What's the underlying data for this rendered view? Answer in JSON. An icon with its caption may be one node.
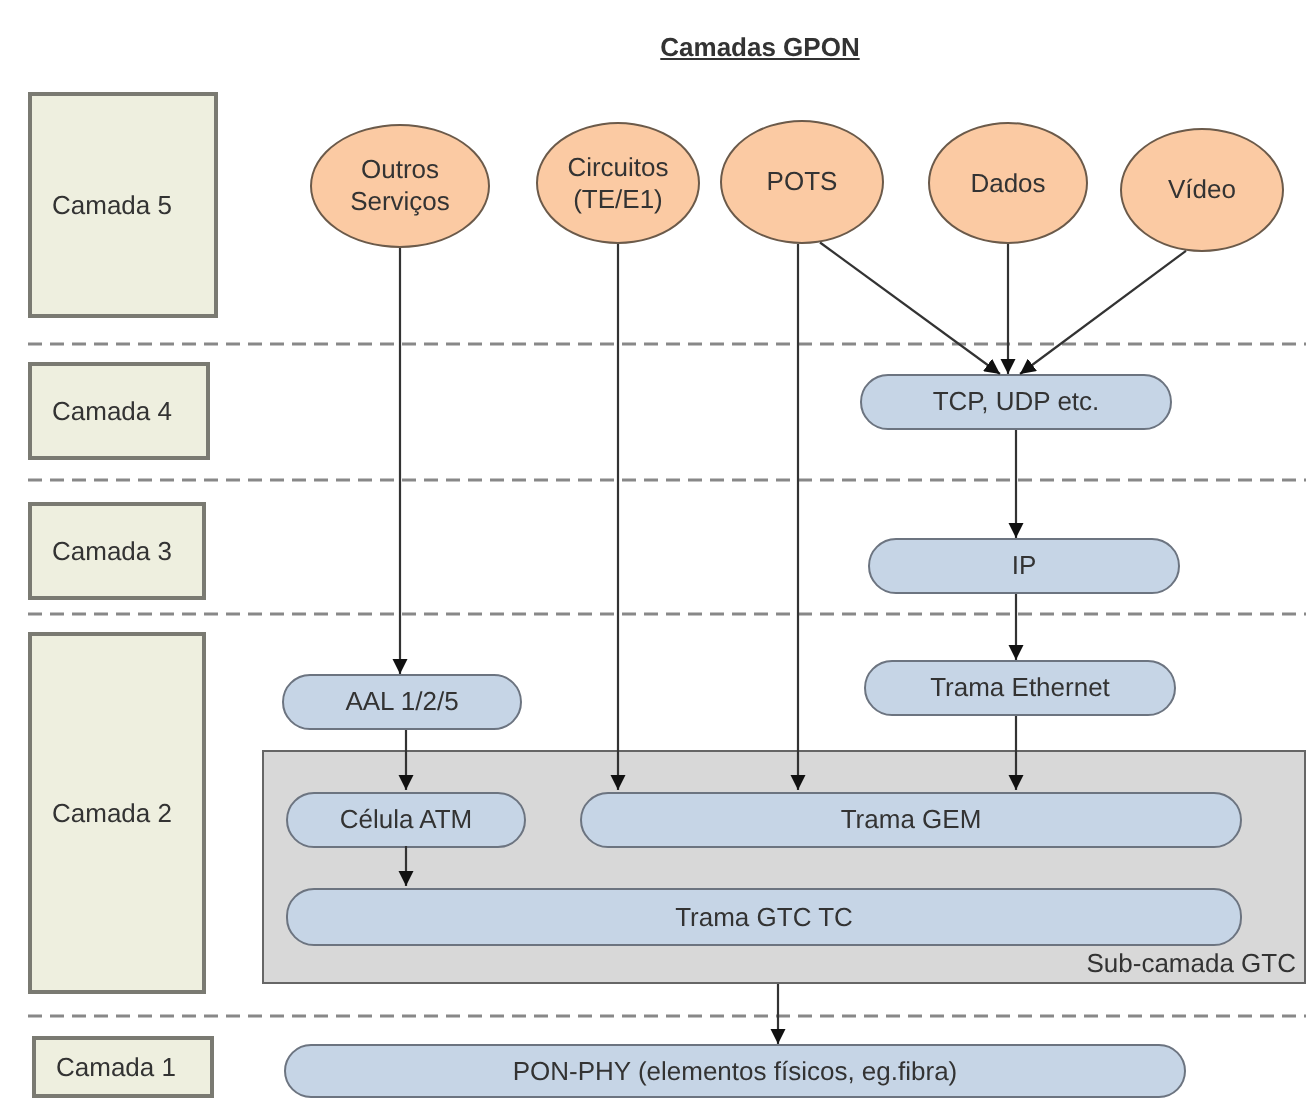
{
  "diagram": {
    "title": "Camadas GPON",
    "nodes": [
      {
        "text": [
          "Camada 5"
        ]
      },
      {
        "text": [
          "Outros Serviços"
        ]
      },
      {
        "text": [
          "Circuitos (TE/E1)"
        ]
      },
      {
        "text": [
          "POTS"
        ]
      },
      {
        "text": [
          "Dados"
        ]
      },
      {
        "text": [
          "Vídeo"
        ]
      },
      {
        "text": [
          "Camada 4"
        ]
      },
      {
        "text": [
          "TCP, UDP etc."
        ]
      },
      {
        "text": [
          "Camada 3"
        ]
      },
      {
        "text": [
          "IP"
        ]
      },
      {
        "text": [
          "Camada 2"
        ]
      },
      {
        "text": [
          "AAL 1/2/5"
        ]
      },
      {
        "text": [
          "Trama Ethernet"
        ]
      },
      {
        "text": [
          "Sub-camada GTC"
        ]
      },
      {
        "text": [
          "Célula ATM"
        ],
        "in": 13
      },
      {
        "text": [
          "Trama GEM"
        ],
        "in": 13
      },
      {
        "text": [
          "Trama GTC TC"
        ],
        "in": 13
      },
      {
        "text": [
          "Camada 1"
        ]
      },
      {
        "text": [
          "PON-PHY (elementos físicos, eg.fibra)"
        ]
      }
    ],
    "edges": [
      {
        "from": 1,
        "to": 11,
        "arrow": "to"
      },
      {
        "from": 2,
        "to": 15,
        "arrow": "to"
      },
      {
        "from": 3,
        "to": 15,
        "arrow": "to"
      },
      {
        "from": 3,
        "to": 7,
        "arrow": "to"
      },
      {
        "from": 4,
        "to": 7,
        "arrow": "to"
      },
      {
        "from": 5,
        "to": 7,
        "arrow": "to"
      },
      {
        "from": 7,
        "to": 9,
        "arrow": "to"
      },
      {
        "from": 9,
        "to": 12,
        "arrow": "to"
      },
      {
        "from": 12,
        "to": 15,
        "arrow": "to"
      },
      {
        "from": 11,
        "to": 14,
        "arrow": "to"
      },
      {
        "from": 14,
        "to": 16,
        "arrow": "to"
      },
      {
        "from": 13,
        "to": 18,
        "arrow": "to"
      }
    ]
  }
}
